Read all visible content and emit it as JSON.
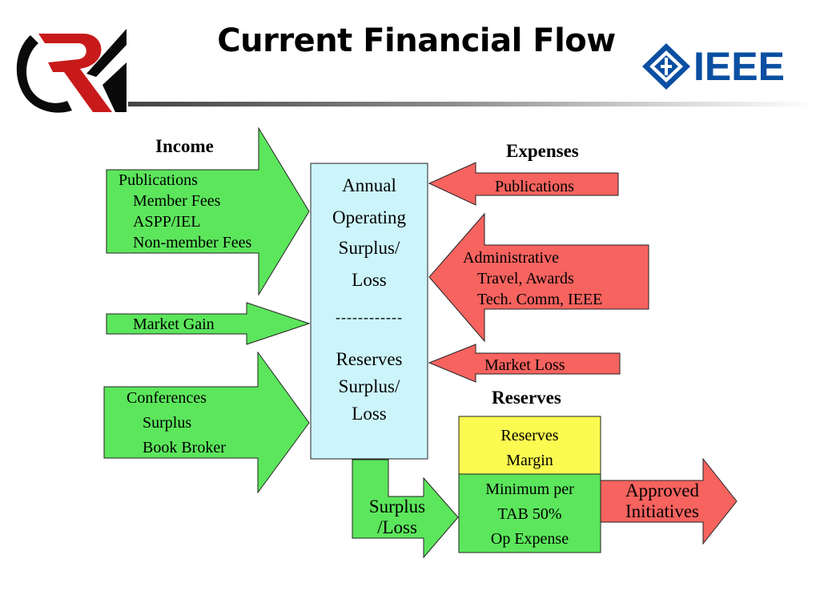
{
  "title": "Current Financial Flow",
  "logo_right_text": "IEEE",
  "colors": {
    "green": "#5ce65c",
    "red": "#f7635f",
    "yellow": "#fafa50",
    "cyan": "#ccf5fb"
  },
  "income": {
    "heading": "Income",
    "publications": {
      "title": "Publications",
      "items": [
        "Member Fees",
        "ASPP/IEL",
        "Non-member Fees"
      ]
    },
    "market_gain": "Market Gain",
    "conferences": {
      "title": "Conferences",
      "items": [
        "Surplus",
        "Book Broker"
      ]
    }
  },
  "center_box": {
    "top_lines": [
      "Annual",
      "Operating",
      "Surplus/",
      "Loss"
    ],
    "divider": "------------",
    "bottom_lines": [
      "Reserves",
      "Surplus/",
      "Loss"
    ]
  },
  "expenses": {
    "heading": "Expenses",
    "publications": "Publications",
    "administrative": {
      "title": "Administrative",
      "items": [
        "Travel, Awards",
        "Tech. Comm, IEEE"
      ]
    },
    "market_loss": "Market Loss"
  },
  "reserves": {
    "heading": "Reserves",
    "margin_lines": [
      "Reserves",
      "Margin"
    ],
    "minimum_lines": [
      "Minimum per",
      "TAB 50%",
      "Op Expense"
    ]
  },
  "surplus_loss_lines": [
    "Surplus",
    "/Loss"
  ],
  "approved_lines": [
    "Approved",
    "Initiatives"
  ]
}
